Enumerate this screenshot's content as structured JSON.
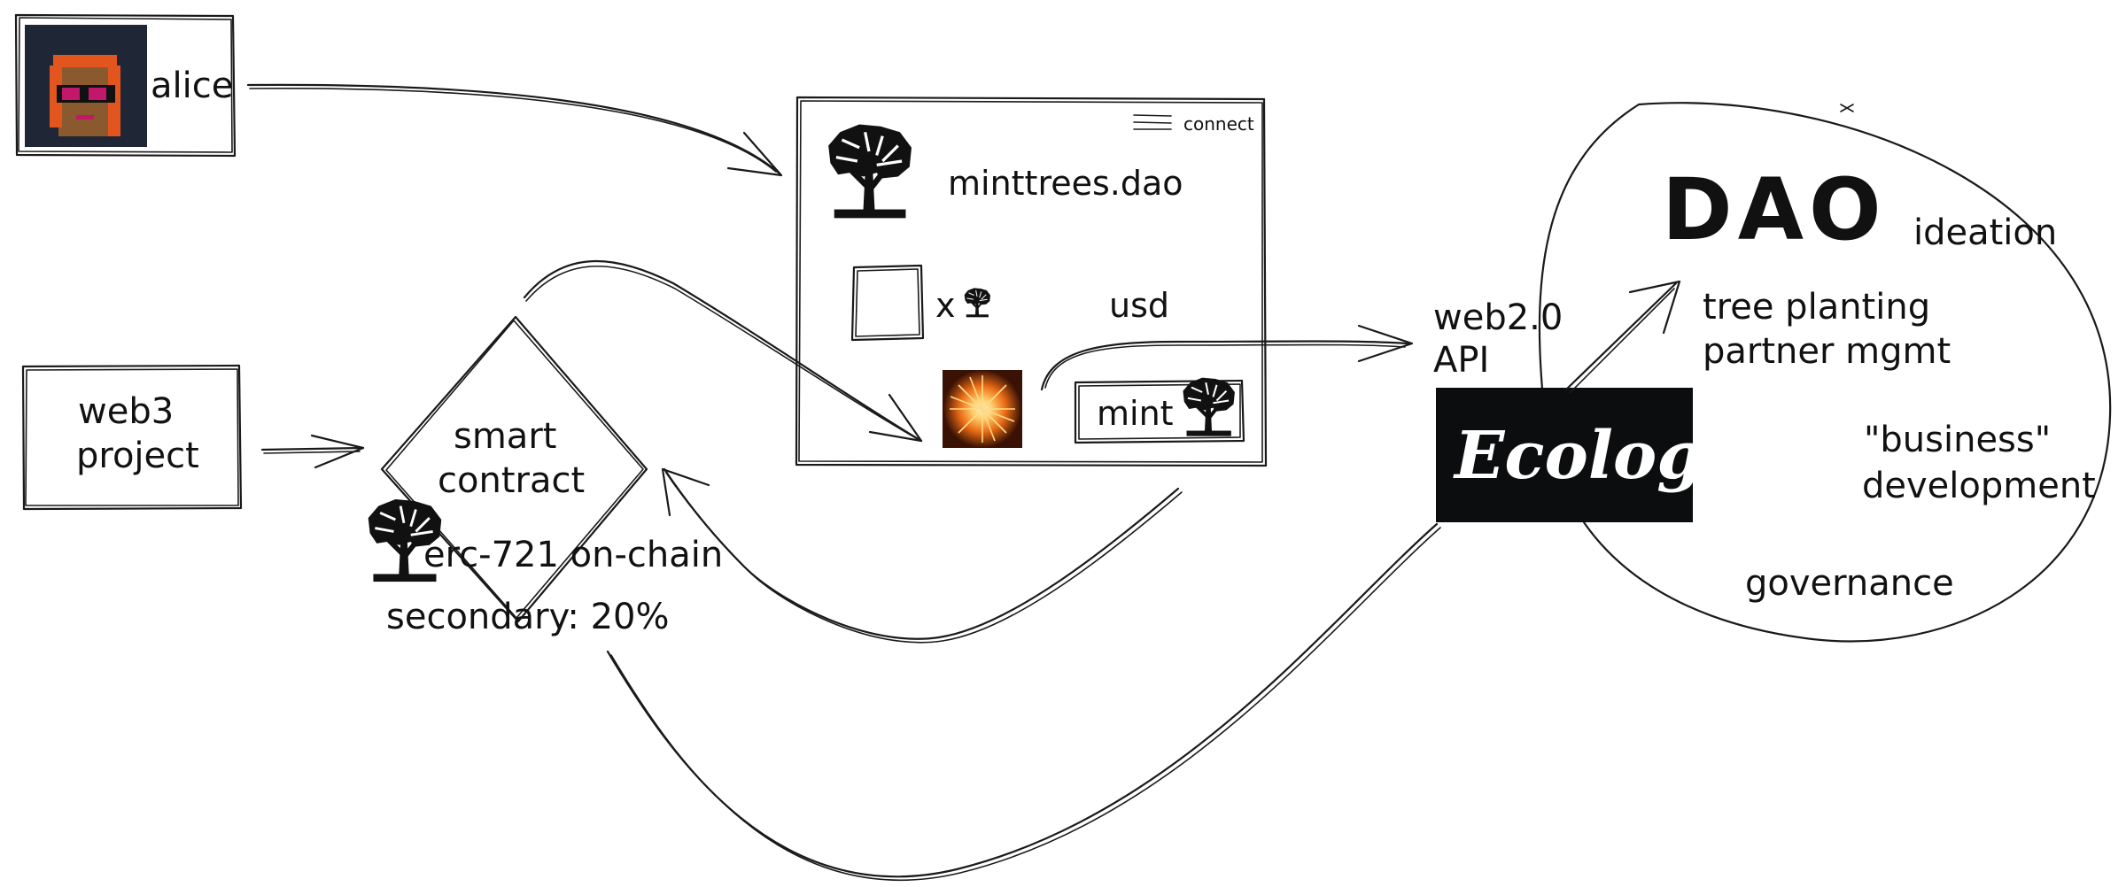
{
  "nodes": {
    "alice": {
      "label": "alice"
    },
    "web3_project": {
      "line1": "web3",
      "line2": "project"
    },
    "smart_contract": {
      "line1": "smart",
      "line2": "contract"
    },
    "erc_note": {
      "line1": "erc-721 on-chain",
      "line2": "secondary: 20%"
    },
    "app": {
      "connect_label": "connect",
      "title": "minttrees.dao",
      "multiply": "x",
      "currency": "usd",
      "mint_label": "mint"
    },
    "api": {
      "line1": "web2.0",
      "line2": "API"
    },
    "ecologi": {
      "label": "Ecologi",
      "bg_color": "#0b0d0e"
    },
    "dao": {
      "title": "DAO",
      "ideation": "ideation",
      "tree_line1": "tree planting",
      "tree_line2": "partner mgmt",
      "biz_line1": "\"business\"",
      "biz_line2": "development",
      "governance": "governance"
    }
  },
  "colors": {
    "stroke": "#1a1a1a",
    "avatar_bg": "#1f2736",
    "avatar_hair": "#e2551f",
    "avatar_glasses": "#c2186b",
    "spark_core": "#ffcf6a",
    "spark_bg": "#3a1205"
  },
  "icons": [
    "alice-avatar",
    "tree-icon",
    "sparkler-image",
    "menu-icon"
  ]
}
